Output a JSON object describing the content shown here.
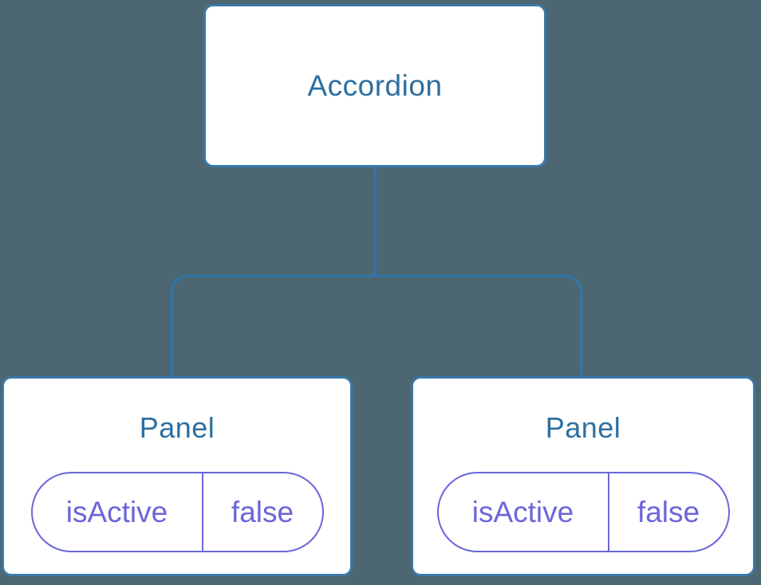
{
  "diagram": {
    "type": "component-tree",
    "background_color": "#4c6771",
    "node_fill_color": "#ffffff",
    "node_border_color": "#3b78ab",
    "node_label_color": "#2e6f9f",
    "connector_color": "#2e77ad",
    "state_pill_color": "#6b66d9",
    "root": {
      "label": "Accordion"
    },
    "children": [
      {
        "label": "Panel",
        "state": {
          "key": "isActive",
          "value": "false"
        }
      },
      {
        "label": "Panel",
        "state": {
          "key": "isActive",
          "value": "false"
        }
      }
    ]
  }
}
